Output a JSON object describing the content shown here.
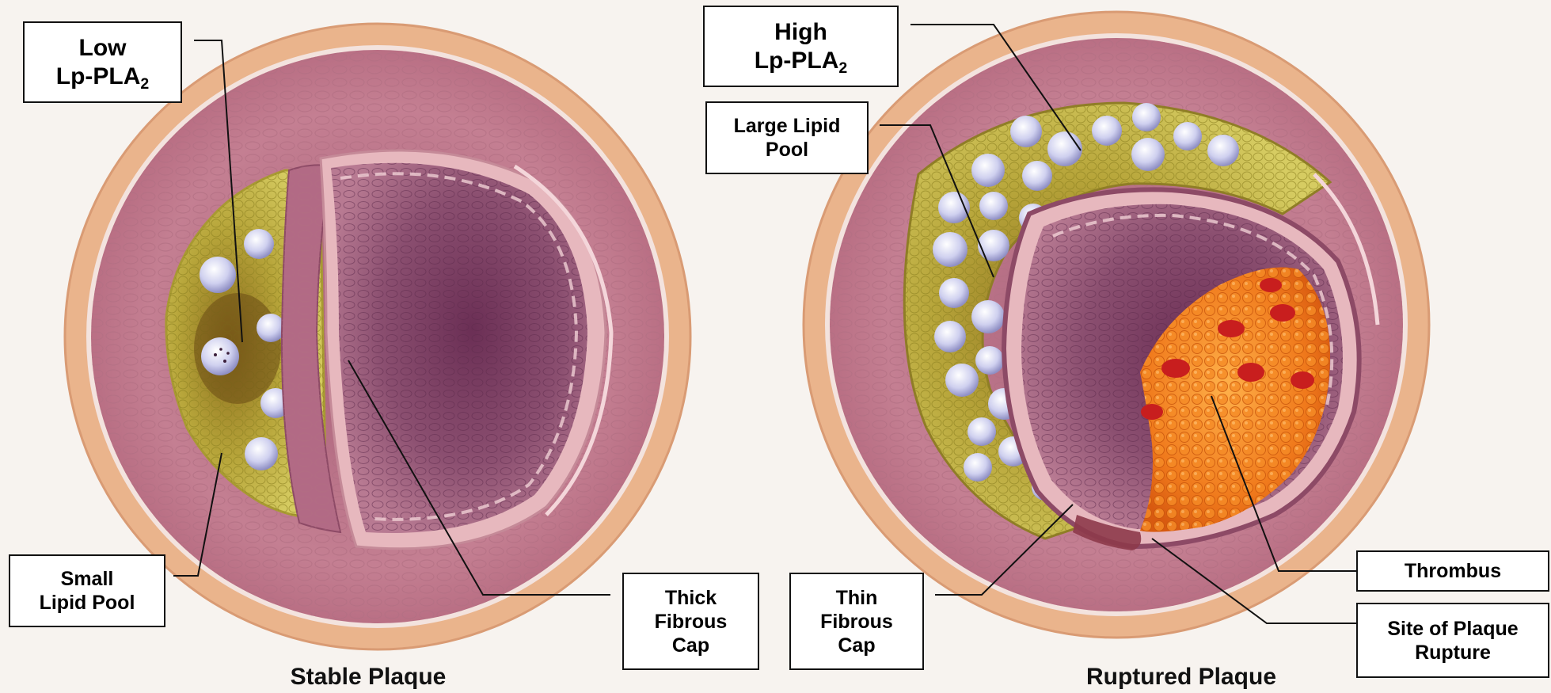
{
  "stable": {
    "caption": "Stable Plaque",
    "enzyme_label": {
      "line1": "Low",
      "prefix": "Lp-PLA",
      "sub": "2"
    },
    "lipid_label": {
      "line1": "Small",
      "line2": "Lipid Pool"
    },
    "cap_label": {
      "line1": "Thick",
      "line2": "Fibrous",
      "line3": "Cap"
    }
  },
  "ruptured": {
    "caption": "Ruptured Plaque",
    "enzyme_label": {
      "line1": "High",
      "prefix": "Lp-PLA",
      "sub": "2"
    },
    "lipid_label": {
      "line1": "Large Lipid",
      "line2": "Pool"
    },
    "cap_label": {
      "line1": "Thin",
      "line2": "Fibrous",
      "line3": "Cap"
    },
    "thrombus_label": "Thrombus",
    "rupture_label": {
      "line1": "Site of Plaque",
      "line2": "Rupture"
    }
  },
  "colors": {
    "adventitia": "#eab48c",
    "media": "#c9808f",
    "intima": "#e7b8be",
    "lumen": "#8c4f6e",
    "lipid": "#c9bd4f",
    "foam_cell": "#dcdcf2",
    "thrombus": "#f07a1c",
    "rbc": "#c81e1e",
    "leader_line": "#111111"
  }
}
